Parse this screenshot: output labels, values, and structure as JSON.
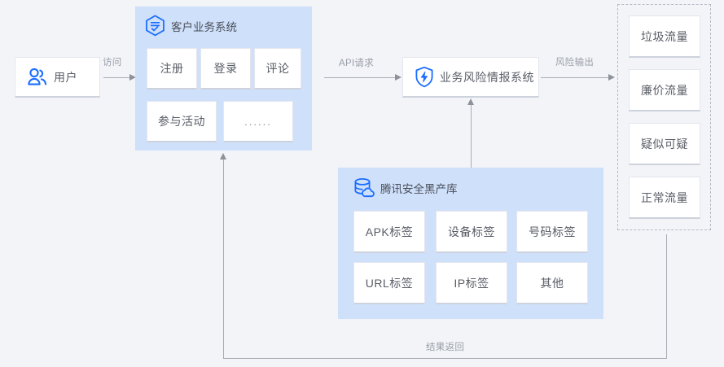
{
  "background_color": "#f2f4f8",
  "panel_color": "#cfe0fb",
  "accent_color": "#1a6eff",
  "line_color": "#a8acb6",
  "text_color": "#585c66",
  "label_color": "#9a9ea8",
  "user_node": {
    "label": "用户",
    "icon": "users-icon"
  },
  "customer_system": {
    "title": "客户业务系统",
    "icon": "hexagon-check-icon",
    "modules": [
      {
        "label": "注册"
      },
      {
        "label": "登录"
      },
      {
        "label": "评论"
      },
      {
        "label": "参与活动"
      },
      {
        "label": "......"
      }
    ]
  },
  "risk_system": {
    "label": "业务风险情报系统",
    "icon": "shield-bolt-icon"
  },
  "black_library": {
    "title": "腾讯安全黑产库",
    "icon": "database-cloud-icon",
    "tags": [
      {
        "label": "APK标签"
      },
      {
        "label": "设备标签"
      },
      {
        "label": "号码标签"
      },
      {
        "label": "URL标签"
      },
      {
        "label": "IP标签"
      },
      {
        "label": "其他"
      }
    ]
  },
  "risk_output": {
    "items": [
      {
        "label": "垃圾流量"
      },
      {
        "label": "廉价流量"
      },
      {
        "label": "疑似可疑"
      },
      {
        "label": "正常流量"
      }
    ]
  },
  "edges": {
    "access": "访问",
    "api_request": "API请求",
    "risk_output": "风险输出",
    "result_return": "结果返回"
  }
}
